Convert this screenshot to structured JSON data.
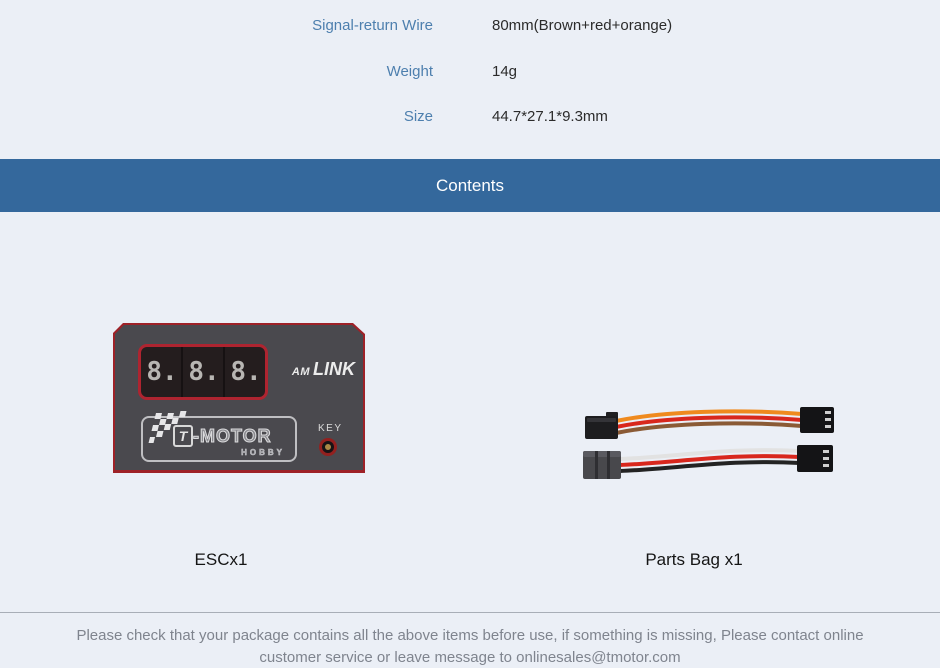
{
  "specs": {
    "rows": [
      {
        "label": "Signal-return Wire",
        "value": "80mm(Brown+red+orange)"
      },
      {
        "label": "Weight",
        "value": "14g"
      },
      {
        "label": "Size",
        "value": "44.7*27.1*9.3mm"
      }
    ]
  },
  "banner": {
    "title": "Contents"
  },
  "device": {
    "digits": [
      "8.",
      "8.",
      "8."
    ],
    "brand_small": "AM",
    "brand_large": "LINK",
    "logo_t": "T",
    "logo_main": "-MOTOR",
    "logo_sub": "HOBBY",
    "key_label": "KEY",
    "caption": "ESCx1"
  },
  "parts_bag": {
    "caption": "Parts Bag x1"
  },
  "footer": {
    "line1": "Please check that your package contains all the above items before use, if something is missing, Please contact online",
    "line2": "customer service or leave message to onlinesales@tmotor.com"
  },
  "colors": {
    "page_bg": "#ebeff6",
    "banner_bg": "#34689c",
    "label_blue": "#4d7fae",
    "accent_red": "#9e2127",
    "device_gray": "#4a494e",
    "footer_gray": "#7f848e"
  }
}
